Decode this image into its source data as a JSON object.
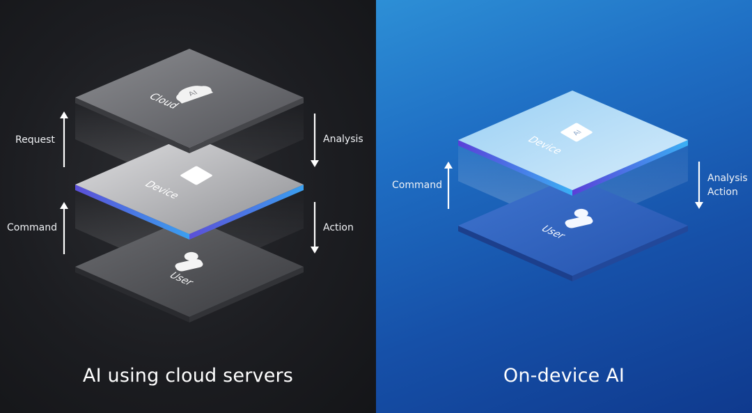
{
  "left": {
    "layers": {
      "cloud": "Cloud",
      "device": "Device",
      "user": "User"
    },
    "chip_badge": "AI",
    "labels": {
      "request": "Request",
      "command": "Command",
      "analysis": "Analysis",
      "action": "Action"
    },
    "caption": "AI using cloud servers"
  },
  "right": {
    "layers": {
      "device": "Device",
      "user": "User"
    },
    "chip_badge": "AI",
    "labels": {
      "command": "Command",
      "analysis": "Analysis",
      "action": "Action"
    },
    "caption": "On-device AI"
  },
  "icons": [
    "cloud-icon",
    "chip-icon",
    "user-icon",
    "arrow-up-icon",
    "arrow-down-icon"
  ],
  "colors": {
    "left_bg": "#1c1d21",
    "right_bg": "#1f6fc4",
    "accent_edge": "#5b5ce0"
  }
}
